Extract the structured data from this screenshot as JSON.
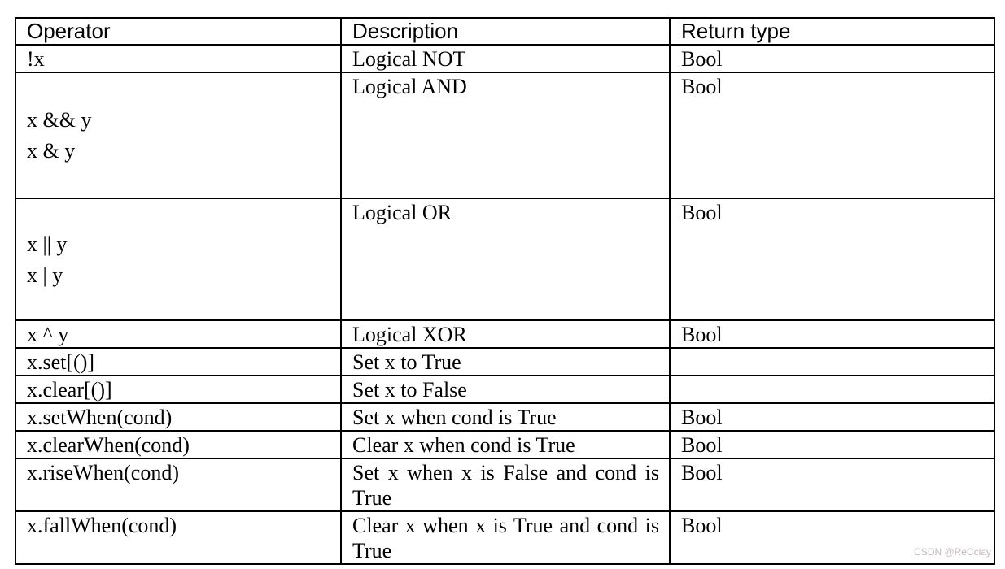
{
  "table": {
    "headers": [
      "Operator",
      "Description",
      "Return type"
    ],
    "rows": [
      {
        "operator": [
          "!x"
        ],
        "description": "Logical NOT",
        "return_type": "Bool"
      },
      {
        "operator": [
          "x && y",
          "x & y"
        ],
        "description": "Logical AND",
        "return_type": "Bool"
      },
      {
        "operator": [
          "x || y",
          "x | y"
        ],
        "description": "Logical OR",
        "return_type": "Bool"
      },
      {
        "operator": [
          "x ^ y"
        ],
        "description": "Logical XOR",
        "return_type": "Bool"
      },
      {
        "operator": [
          "x.set[()]"
        ],
        "description": "Set x to True",
        "return_type": ""
      },
      {
        "operator": [
          "x.clear[()]"
        ],
        "description": "Set x to False",
        "return_type": ""
      },
      {
        "operator": [
          "x.setWhen(cond)"
        ],
        "description": "Set x when cond is True",
        "return_type": "Bool"
      },
      {
        "operator": [
          "x.clearWhen(cond)"
        ],
        "description": "Clear x when cond is True",
        "return_type": "Bool"
      },
      {
        "operator": [
          "x.riseWhen(cond)"
        ],
        "description": "Set x when x is False and cond is True",
        "return_type": "Bool"
      },
      {
        "operator": [
          "x.fallWhen(cond)"
        ],
        "description": "Clear x when x is True and cond is True",
        "return_type": "Bool"
      }
    ]
  },
  "watermark": {
    "text": "CSDN @ReCclay",
    "color": "#c1b9b9"
  },
  "colors": {
    "border": "#000000",
    "text": "#000000",
    "background": "#ffffff"
  }
}
